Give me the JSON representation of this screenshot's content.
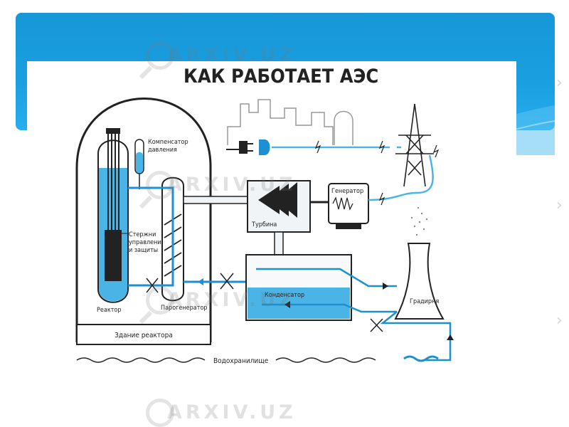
{
  "title": "КАК РАБОТАЕТ АЭС",
  "labels": {
    "pressurizer": [
      "Компенсатор",
      "давления"
    ],
    "control_rods": [
      "Стержни",
      "управления",
      "и защиты"
    ],
    "reactor": "Реактор",
    "steam_generator": "Парогенератор",
    "reactor_building": "Здание реактора",
    "turbine": "Турбина",
    "generator": "Генератор",
    "condenser": "Конденсатор",
    "cooling_tower": "Градирня",
    "reservoir": "Водохранилище"
  },
  "watermark": "ARXIV.UZ",
  "colors": {
    "header": "#1a9fe0",
    "water": "#4ab4e6",
    "line": "#222222",
    "pipe": "#1e8fd1"
  }
}
